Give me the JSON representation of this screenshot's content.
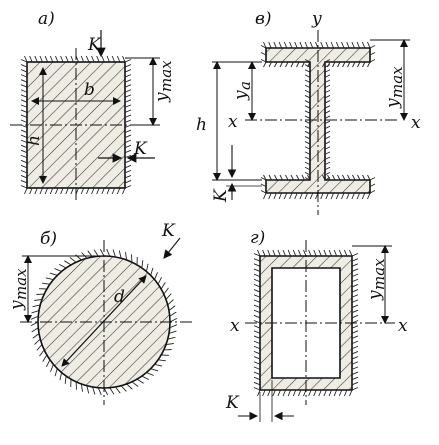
{
  "diagram": {
    "panels": [
      {
        "id": "a",
        "label": "a)",
        "dims": {
          "k": "K",
          "b": "b",
          "h": "h",
          "ymax": "y",
          "ymax_sub": "max"
        }
      },
      {
        "id": "v",
        "label": "в)",
        "dims": {
          "y": "y",
          "x_left": "x",
          "x_right": "x",
          "h": "h",
          "ya": "y",
          "ya_sub": "a",
          "ymax": "y",
          "ymax_sub": "max",
          "k": "K"
        }
      },
      {
        "id": "b",
        "label": "б)",
        "dims": {
          "k": "K",
          "d": "d",
          "ymax": "y",
          "ymax_sub": "max"
        }
      },
      {
        "id": "g",
        "label": "г)",
        "dims": {
          "x_left": "x",
          "x_right": "x",
          "ymax": "y",
          "ymax_sub": "max",
          "k": "K"
        }
      }
    ]
  },
  "colors": {
    "ink": "#111111",
    "fill": "#efece4",
    "hatch": "#222222"
  }
}
